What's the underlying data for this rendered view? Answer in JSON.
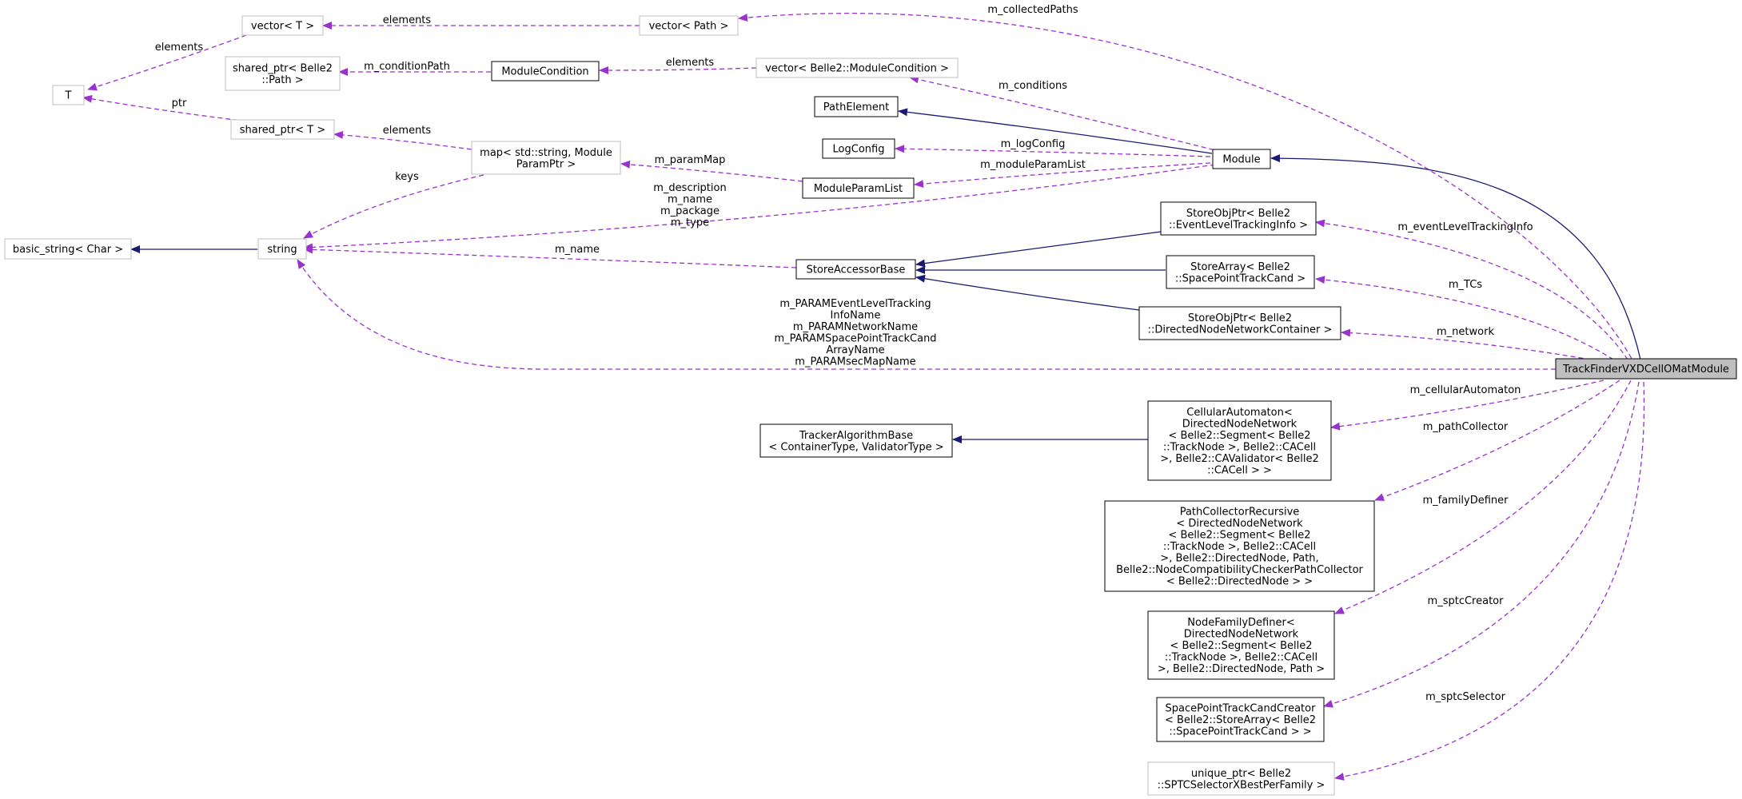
{
  "nodes": {
    "vector_T": [
      "vector< T >"
    ],
    "vector_path": [
      "vector< Path >"
    ],
    "T": [
      "T"
    ],
    "shared_ptr_path": [
      "shared_ptr< Belle2",
      "::Path >"
    ],
    "module_condition": [
      "ModuleCondition"
    ],
    "vector_module_condition": [
      "vector< Belle2::ModuleCondition >"
    ],
    "path_element": [
      "PathElement"
    ],
    "shared_ptr_T": [
      "shared_ptr< T >"
    ],
    "map_param": [
      "map< std::string, Module",
      "ParamPtr >"
    ],
    "log_config": [
      "LogConfig"
    ],
    "module": [
      "Module"
    ],
    "module_param_list": [
      "ModuleParamList"
    ],
    "basic_string": [
      "basic_string< Char >"
    ],
    "string": [
      "string"
    ],
    "store_obj_event": [
      "StoreObjPtr< Belle2",
      "::EventLevelTrackingInfo >"
    ],
    "store_accessor_base": [
      "StoreAccessorBase"
    ],
    "store_array_sptc": [
      "StoreArray< Belle2",
      "::SpacePointTrackCand >"
    ],
    "store_obj_network": [
      "StoreObjPtr< Belle2",
      "::DirectedNodeNetworkContainer >"
    ],
    "track_finder": [
      "TrackFinderVXDCellOMatModule"
    ],
    "tracker_algorithm_base": [
      "TrackerAlgorithmBase",
      "< ContainerType, ValidatorType >"
    ],
    "cellular_automaton": [
      "CellularAutomaton<",
      " DirectedNodeNetwork",
      "< Belle2::Segment< Belle2",
      "::TrackNode >, Belle2::CACell",
      " >, Belle2::CAValidator< Belle2",
      "::CACell > >"
    ],
    "path_collector": [
      "PathCollectorRecursive",
      "< DirectedNodeNetwork",
      "< Belle2::Segment< Belle2",
      "::TrackNode >, Belle2::CACell",
      " >, Belle2::DirectedNode, Path,",
      " Belle2::NodeCompatibilityCheckerPathCollector",
      "< Belle2::DirectedNode > >"
    ],
    "node_family_definer": [
      "NodeFamilyDefiner<",
      " DirectedNodeNetwork",
      "< Belle2::Segment< Belle2",
      "::TrackNode >, Belle2::CACell",
      " >, Belle2::DirectedNode, Path >"
    ],
    "sptc_creator": [
      "SpacePointTrackCandCreator",
      "< Belle2::StoreArray< Belle2",
      "::SpacePointTrackCand > >"
    ],
    "unique_ptr_selector": [
      "unique_ptr< Belle2",
      "::SPTCSelectorXBestPerFamily >"
    ]
  },
  "edge_labels": {
    "elements_vector": [
      "elements"
    ],
    "elements_T": [
      "elements"
    ],
    "collected_paths": [
      "m_collectedPaths"
    ],
    "condition_path": [
      "m_conditionPath"
    ],
    "elements_conditions": [
      "elements"
    ],
    "conditions": [
      "m_conditions"
    ],
    "ptr": [
      "ptr"
    ],
    "elements_map": [
      "elements"
    ],
    "param_map": [
      "m_paramMap"
    ],
    "log_config": [
      "m_logConfig"
    ],
    "module_param_list": [
      "m_moduleParamList"
    ],
    "keys": [
      "keys"
    ],
    "module_strings": [
      "m_description",
      "m_name",
      "m_package",
      "m_type"
    ],
    "event_level": [
      "m_eventLevelTrackingInfo"
    ],
    "name": [
      "m_name"
    ],
    "tcs": [
      "m_TCs"
    ],
    "network": [
      "m_network"
    ],
    "param_names": [
      "m_PARAMEventLevelTracking",
      "InfoName",
      "m_PARAMNetworkName",
      "m_PARAMSpacePointTrackCand",
      "ArrayName",
      "m_PARAMsecMapName"
    ],
    "cellular_automaton": [
      "m_cellularAutomaton"
    ],
    "path_collector": [
      "m_pathCollector"
    ],
    "family_definer": [
      "m_familyDefiner"
    ],
    "sptc_creator": [
      "m_sptcCreator"
    ],
    "sptc_selector": [
      "m_sptcSelector"
    ]
  },
  "colors": {
    "inheritance_edge": "#191970",
    "usage_edge": "#9a32cd",
    "focus_node_fill": "#bfbfbf",
    "external_node_border": "#bfbfbf",
    "documented_node_border": "#000000"
  }
}
